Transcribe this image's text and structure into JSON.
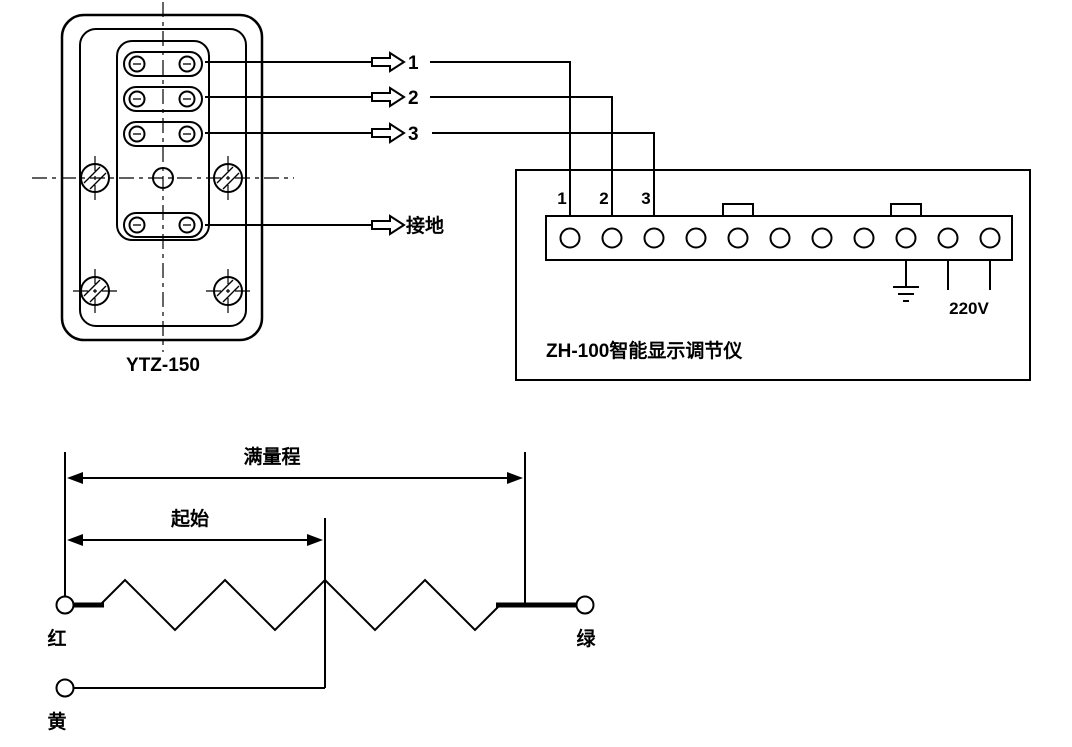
{
  "device": {
    "label": "YTZ-150"
  },
  "connections": {
    "wire1_label": "1",
    "wire2_label": "2",
    "wire3_label": "3",
    "ground_label": "接地"
  },
  "controller": {
    "name": "ZH-100智能显示调节仪",
    "terminal1_label": "1",
    "terminal2_label": "2",
    "terminal3_label": "3",
    "voltage_label": "220V"
  },
  "potentiometer": {
    "full_scale_label": "满量程",
    "start_label": "起始",
    "red_label": "红",
    "green_label": "绿",
    "yellow_label": "黄"
  }
}
